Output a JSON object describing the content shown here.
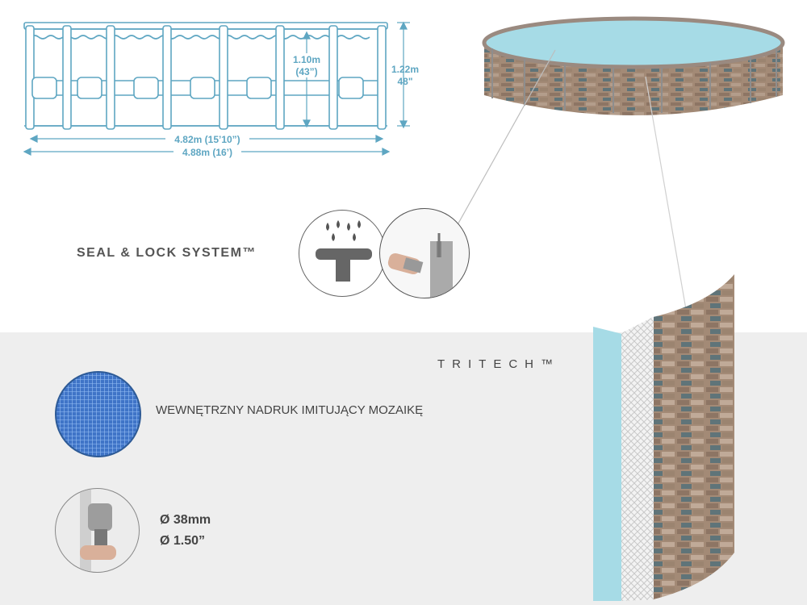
{
  "diagram": {
    "height_inner": "1.10m",
    "height_inner_in": "(43”)",
    "height_outer": "1.22m",
    "height_outer_in": "48\"",
    "width_inner": "4.82m (15’10”)",
    "width_outer": "4.88m (16’)"
  },
  "seal_lock": {
    "label": "SEAL & LOCK SYSTEM™"
  },
  "tritech": {
    "label": "TRITECH™"
  },
  "mosaic": {
    "label": "WEWNĘTRZNY NADRUK IMITUJĄCY MOZAIKĘ"
  },
  "hose": {
    "spec_mm": "Ø 38mm",
    "spec_in": "Ø 1.50”"
  },
  "colors": {
    "dimension_blue": "#5ea6c2",
    "water": "#a6dbe6",
    "stone": "#a38a76",
    "band": "#eeeeee"
  }
}
